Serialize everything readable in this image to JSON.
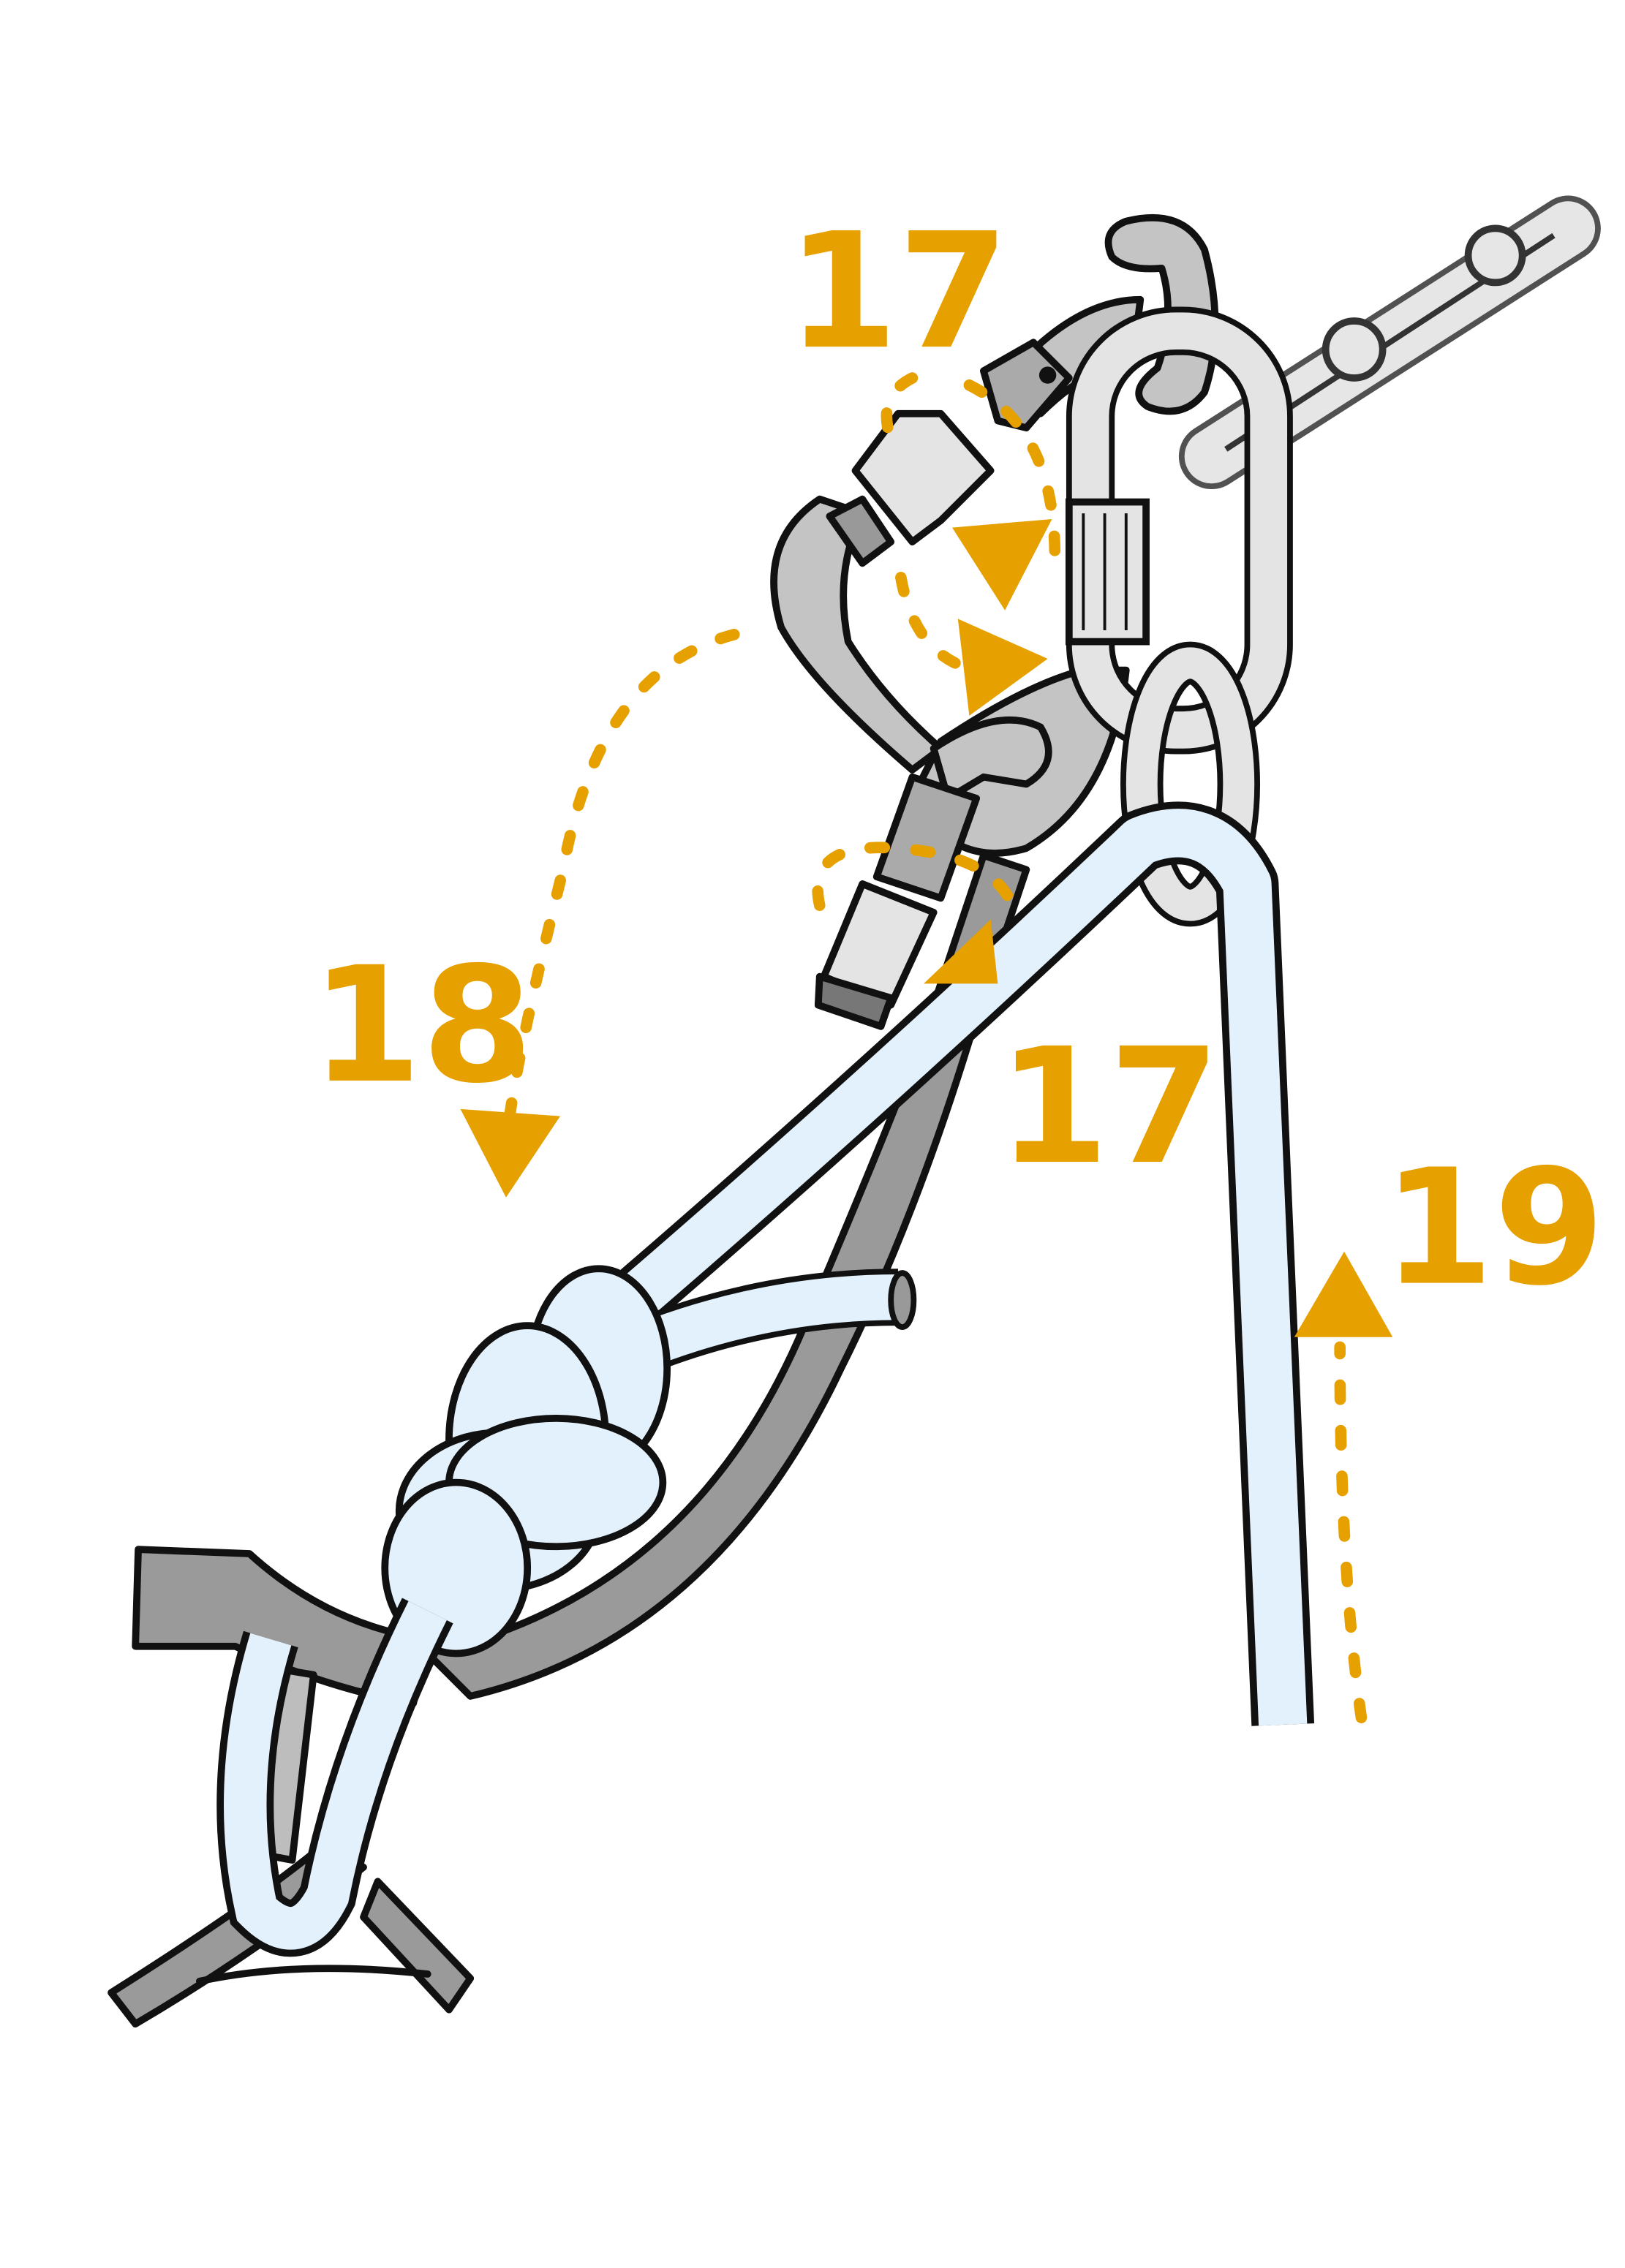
{
  "labels": {
    "step_17_top": "17",
    "step_17_bottom": "17",
    "step_18": "18",
    "step_19": "19"
  },
  "colors": {
    "accent": "#e6a000",
    "rope_fill": "#e3f1fc",
    "metal_fill": "#c4c4c4",
    "metal_light": "#e4e4e4",
    "sling_fill": "#999999"
  }
}
